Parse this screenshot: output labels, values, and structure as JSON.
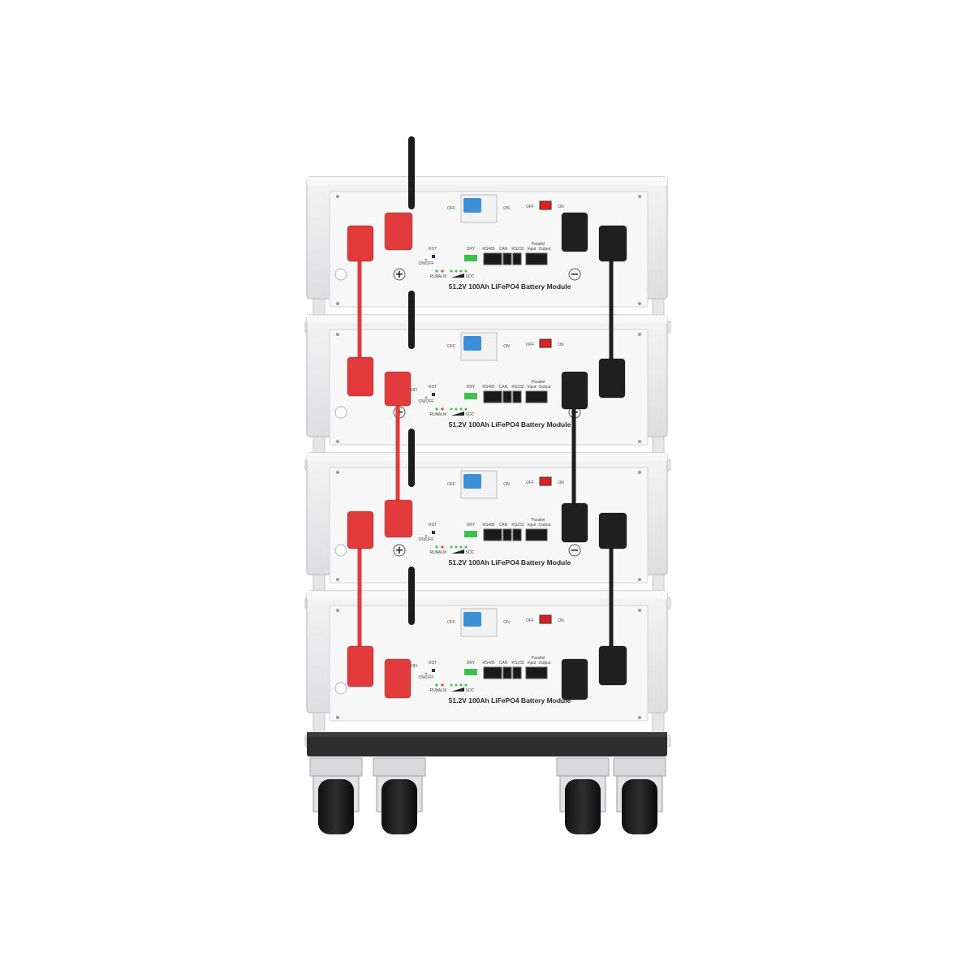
{
  "product": {
    "module_label": "51.2V 100Ah LiFePO4 Battery Module",
    "module_count": 4,
    "breaker_labels": {
      "off": "OFF",
      "on": "ON"
    },
    "switch_labels": {
      "off": "OFF",
      "on": "ON"
    },
    "port_labels": {
      "rst": "RST",
      "dry": "DRY",
      "rs485": "RS485",
      "can": "CAN",
      "rs232": "RS232",
      "parallel": "Parallel",
      "input": "Input",
      "output": "Output",
      "onoff": "ON/OFF",
      "run": "RUN",
      "alm": "ALM",
      "soc": "SOC",
      "wifi": "WIFI"
    },
    "terminal_symbols": {
      "positive": "+",
      "negative": "−"
    }
  },
  "colors": {
    "casing": "#ececee",
    "front_panel": "#f7f7f8",
    "positive_cable": "#e33b3c",
    "negative_cable": "#1f1f1f",
    "breaker_blue": "#3d8fd8",
    "switch_red": "#e02020",
    "led_green": "#3cc24a",
    "base": "#2d2d2d"
  }
}
